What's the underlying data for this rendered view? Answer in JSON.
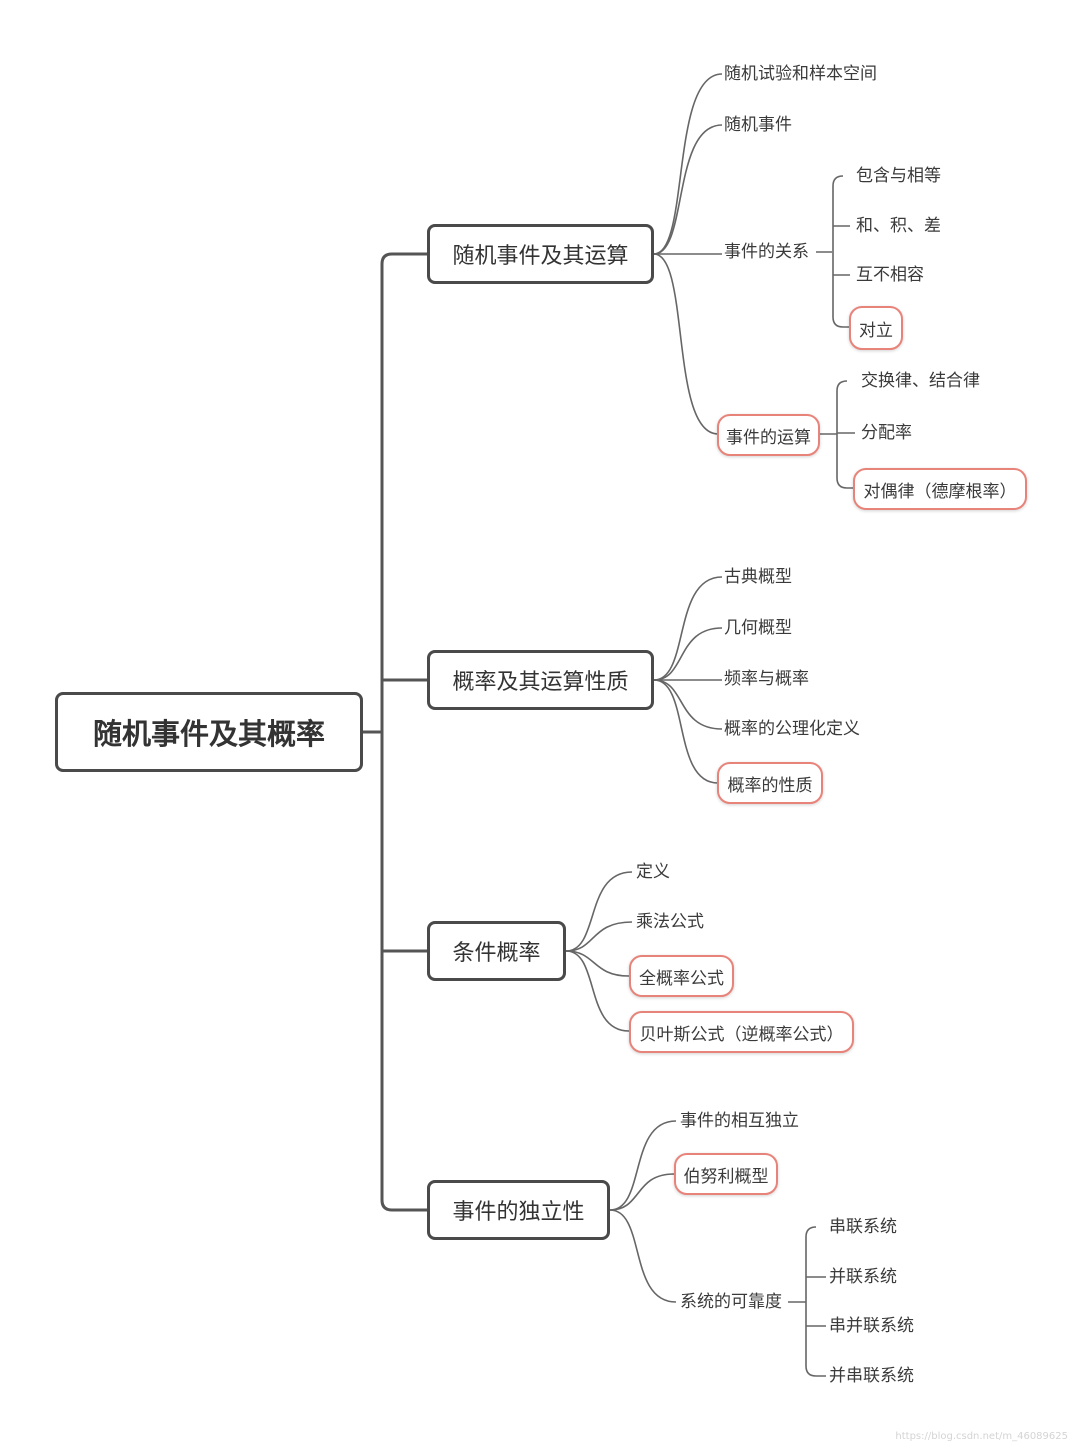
{
  "root": "随机事件及其概率",
  "branches": [
    {
      "label": "随机事件及其运算",
      "children": [
        "随机试验和样本空间",
        "随机事件",
        {
          "label": "事件的关系",
          "children": [
            "包含与相等",
            "和、积、差",
            "互不相容",
            "对立"
          ]
        },
        {
          "label": "事件的运算",
          "children": [
            "交换律、结合律",
            "分配率",
            "对偶律（德摩根率）"
          ]
        }
      ]
    },
    {
      "label": "概率及其运算性质",
      "children": [
        "古典概型",
        "几何概型",
        "频率与概率",
        "概率的公理化定义",
        "概率的性质"
      ]
    },
    {
      "label": "条件概率",
      "children": [
        "定义",
        "乘法公式",
        "全概率公式",
        "贝叶斯公式（逆概率公式）"
      ]
    },
    {
      "label": "事件的独立性",
      "children": [
        "事件的相互独立",
        "伯努利概型",
        {
          "label": "系统的可靠度",
          "children": [
            "串联系统",
            "并联系统",
            "串并联系统",
            "并串联系统"
          ]
        }
      ]
    }
  ],
  "highlight_color": "#e8837a",
  "line_color": "#555555",
  "watermark": "https://blog.csdn.net/m_46089625"
}
